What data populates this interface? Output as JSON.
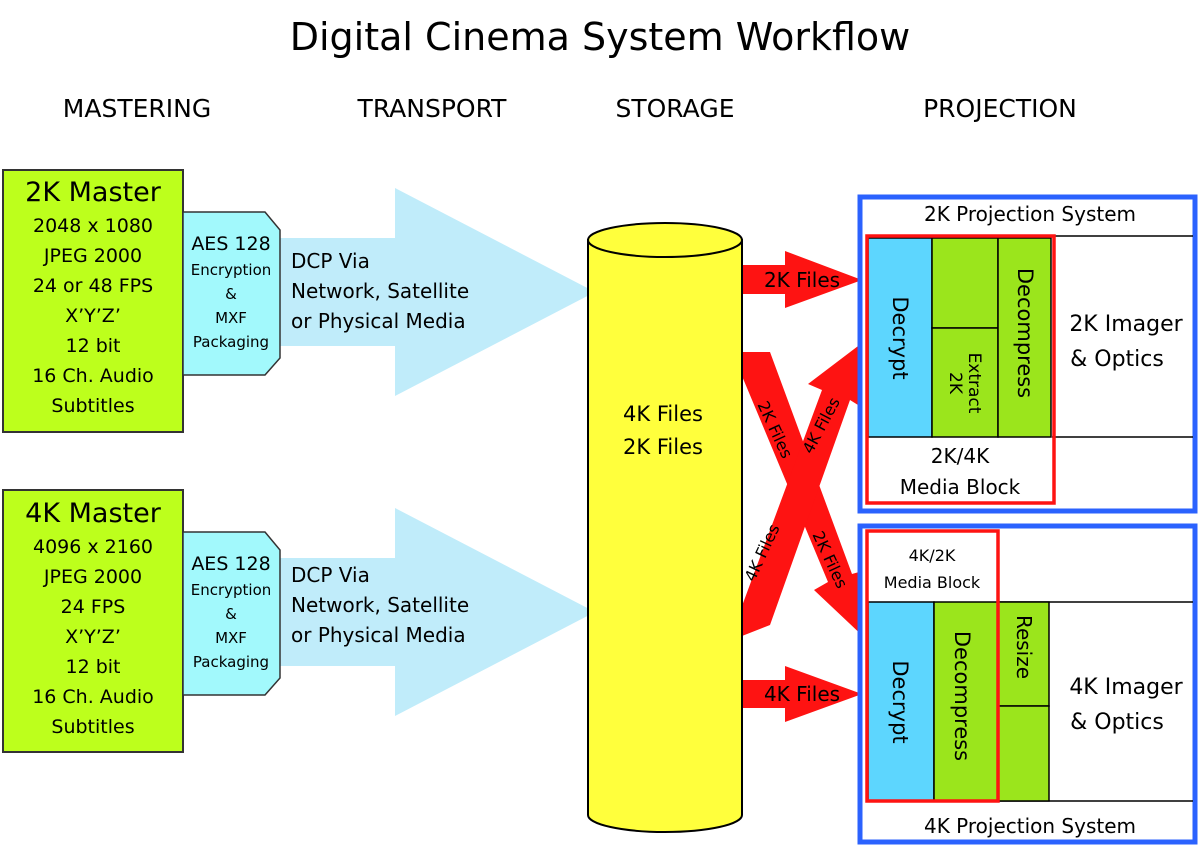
{
  "title": "Digital Cinema System Workflow",
  "sections": {
    "mastering": "MASTERING",
    "transport": "TRANSPORT",
    "storage": "STORAGE",
    "projection": "PROJECTION"
  },
  "colors": {
    "master_fill": "#bdff1c",
    "encrypt_fill": "#a2f9fc",
    "transport_arrow": "#c0ecfa",
    "storage_fill": "#ffff3c",
    "file_arrow": "#fe1312",
    "projection_border": "#2b62fe",
    "mediablock_border": "#fe1312",
    "decrypt_fill": "#5dd6fe",
    "process_fill": "#9be51c"
  },
  "masters": [
    {
      "title": "2K Master",
      "specs": [
        "2048 x 1080",
        "JPEG 2000",
        "24 or 48 FPS",
        "X’Y’Z’",
        "12 bit",
        "16 Ch. Audio",
        "Subtitles"
      ],
      "packaging": {
        "line1": "AES 128",
        "line2": "Encryption",
        "line3": "&",
        "line4": "MXF",
        "line5": "Packaging"
      },
      "transport": [
        "DCP Via",
        "Network, Satellite",
        "or Physical Media"
      ]
    },
    {
      "title": "4K Master",
      "specs": [
        "4096 x 2160",
        "JPEG 2000",
        "24 FPS",
        "X’Y’Z’",
        "12 bit",
        "16 Ch. Audio",
        "Subtitles"
      ],
      "packaging": {
        "line1": "AES 128",
        "line2": "Encryption",
        "line3": "&",
        "line4": "MXF",
        "line5": "Packaging"
      },
      "transport": [
        "DCP Via",
        "Network, Satellite",
        "or Physical Media"
      ]
    }
  ],
  "storage": {
    "lines": [
      "4K Files",
      "2K Files"
    ]
  },
  "file_arrows": {
    "top": "2K Files",
    "bottom": "4K Files",
    "cross_down": "2K Files",
    "cross_up": "4K Files",
    "cross_up_lower": "4K Files",
    "cross_down_lower": "2K Files"
  },
  "projection_2k": {
    "title": "2K Projection System",
    "decrypt": "Decrypt",
    "extract": [
      "Extract",
      "2K"
    ],
    "decompress": "Decompress",
    "imager": [
      "2K Imager",
      "& Optics"
    ],
    "media_block": [
      "2K/4K",
      "Media Block"
    ]
  },
  "projection_4k": {
    "title": "4K Projection System",
    "decrypt": "Decrypt",
    "decompress": "Decompress",
    "resize": "Resize",
    "imager": [
      "4K Imager",
      "& Optics"
    ],
    "media_block": [
      "4K/2K",
      "Media Block"
    ]
  }
}
